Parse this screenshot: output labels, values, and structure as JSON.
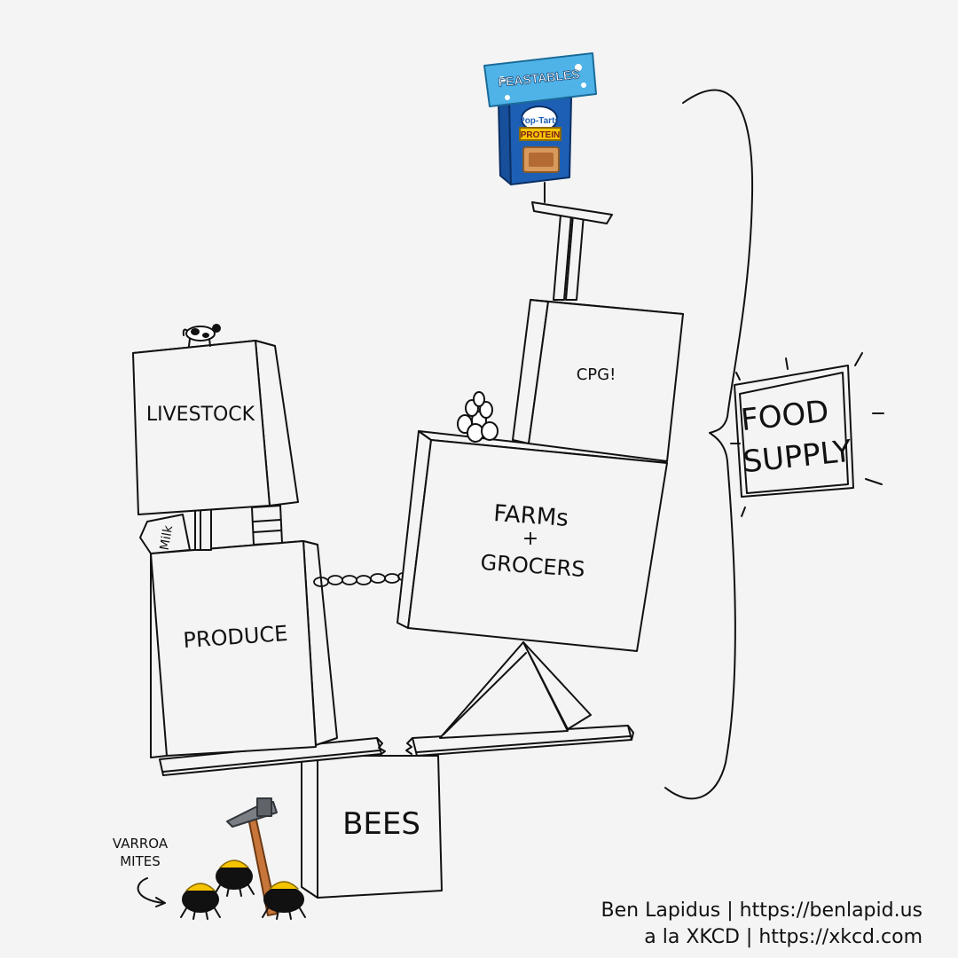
{
  "labels": {
    "livestock": "LIVESTOCK",
    "produce": "PRODUCE",
    "milk": "Milk",
    "farms": "FARMs",
    "plus": "+",
    "grocers": "GROCERS",
    "cpg": "CPG!",
    "bees": "BEES",
    "varroa_line1": "VARROA",
    "varroa_line2": "MITES",
    "food_line1": "FOOD",
    "food_line2": "SUPPLY",
    "feastables_wrapper": "FEASTABLES",
    "poptarts_brand": "Pop-Tarts",
    "poptarts_flavor": "PROTEIN"
  },
  "credits": {
    "line1": "Ben Lapidus | https://benlapid.us",
    "line2": "a la XKCD | https://xkcd.com"
  },
  "colors": {
    "background": "#f4f4f4",
    "ink": "#111111",
    "hard_hat": "#f5c400",
    "hammer_handle": "#c8753a",
    "hammer_head": "#7a7f86",
    "feastables_blue": "#4fb3e8",
    "poptarts_blue": "#1d5fb5"
  },
  "icons": {
    "cow": "cow-icon",
    "eggs": "eggs-icon",
    "chain": "chain-icon",
    "hammer": "hammer-icon",
    "mite": "varroa-mite-icon",
    "brace": "curly-brace-icon"
  }
}
